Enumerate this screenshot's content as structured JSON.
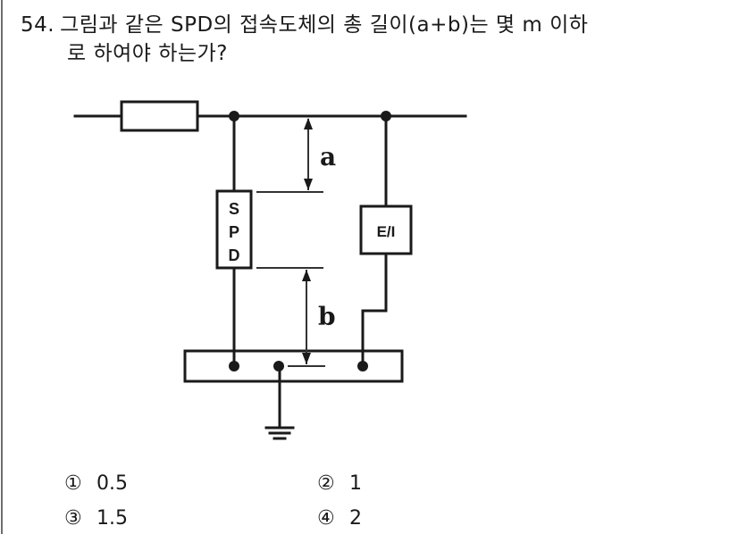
{
  "question": {
    "number": "54.",
    "line1": "그림과 같은 SPD의 접속도체의 총 길이(a+b)는 몇 m 이하",
    "line2": "로 하여야 하는가?"
  },
  "figure": {
    "spd_label": [
      "S",
      "P",
      "D"
    ],
    "equipment_label": "E/I",
    "dimension_a": "a",
    "dimension_b": "b"
  },
  "choices": [
    {
      "mark": "①",
      "value": "0.5"
    },
    {
      "mark": "②",
      "value": "1"
    },
    {
      "mark": "③",
      "value": "1.5"
    },
    {
      "mark": "④",
      "value": "2"
    }
  ]
}
